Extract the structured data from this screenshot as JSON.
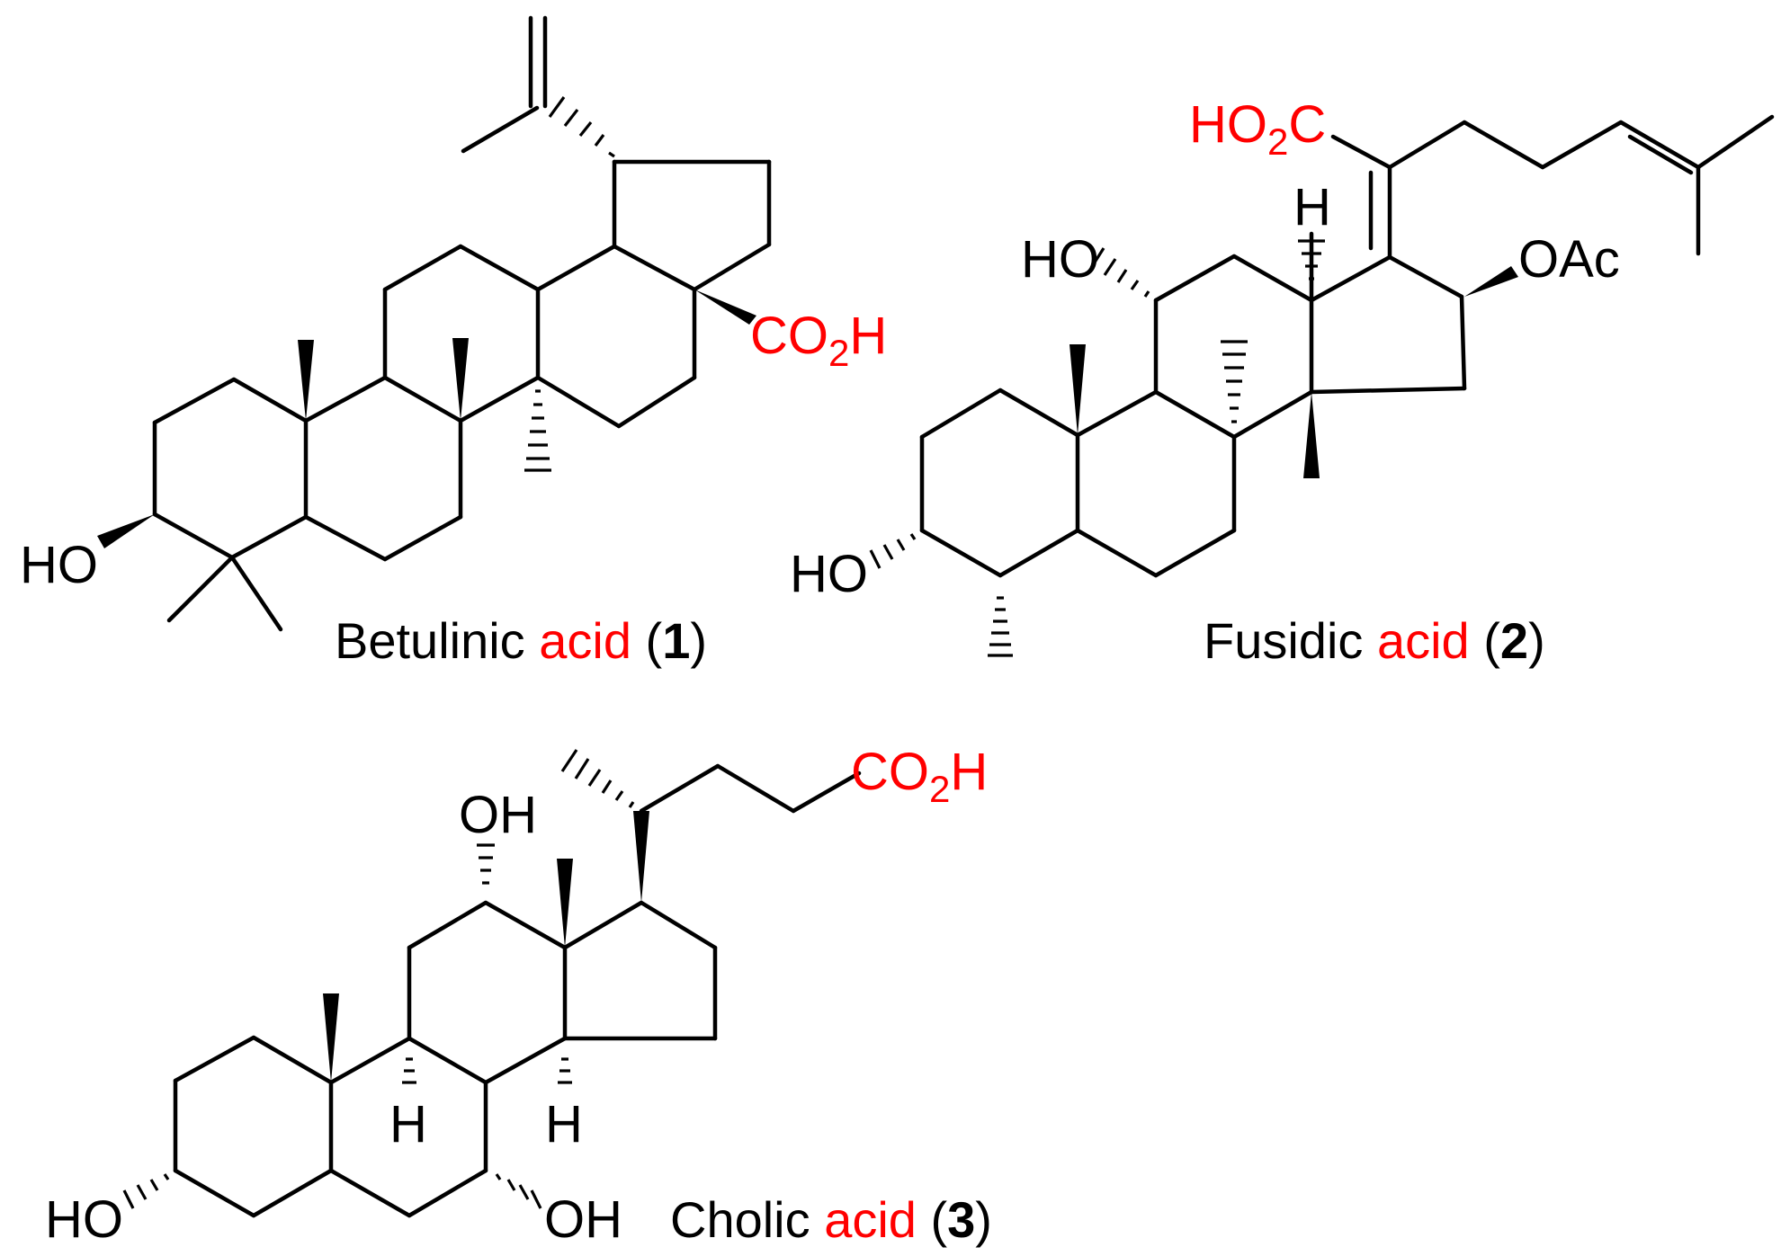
{
  "colors": {
    "bond": "#000000",
    "highlight": "#ff0000",
    "background": "#ffffff"
  },
  "molecules": [
    {
      "id": "betulinic",
      "caption": {
        "name": "Betulinic",
        "highlight": "acid",
        "open": "(",
        "number": "1",
        "close": ")"
      },
      "groups": {
        "carboxyl_main": "CO",
        "carboxyl_sub": "2",
        "carboxyl_end": "H",
        "hydroxyl": "HO"
      }
    },
    {
      "id": "fusidic",
      "caption": {
        "name": "Fusidic",
        "highlight": "acid",
        "open": "(",
        "number": "2",
        "close": ")"
      },
      "groups": {
        "carboxyl_main": "HO",
        "carboxyl_sub": "2",
        "carboxyl_end": "C",
        "hydroxyl_11": "HO",
        "hydroxyl_3": "HO",
        "acetoxy": "OAc",
        "hydrogen": "H"
      }
    },
    {
      "id": "cholic",
      "caption": {
        "name": "Cholic",
        "highlight": "acid",
        "open": "(",
        "number": "3",
        "close": ")"
      },
      "groups": {
        "carboxyl_main": "CO",
        "carboxyl_sub": "2",
        "carboxyl_end": "H",
        "hydroxyl_12": "OH",
        "hydroxyl_3": "HO",
        "hydroxyl_7": "OH",
        "hydrogen_9": "H",
        "hydrogen_14": "H"
      }
    }
  ]
}
